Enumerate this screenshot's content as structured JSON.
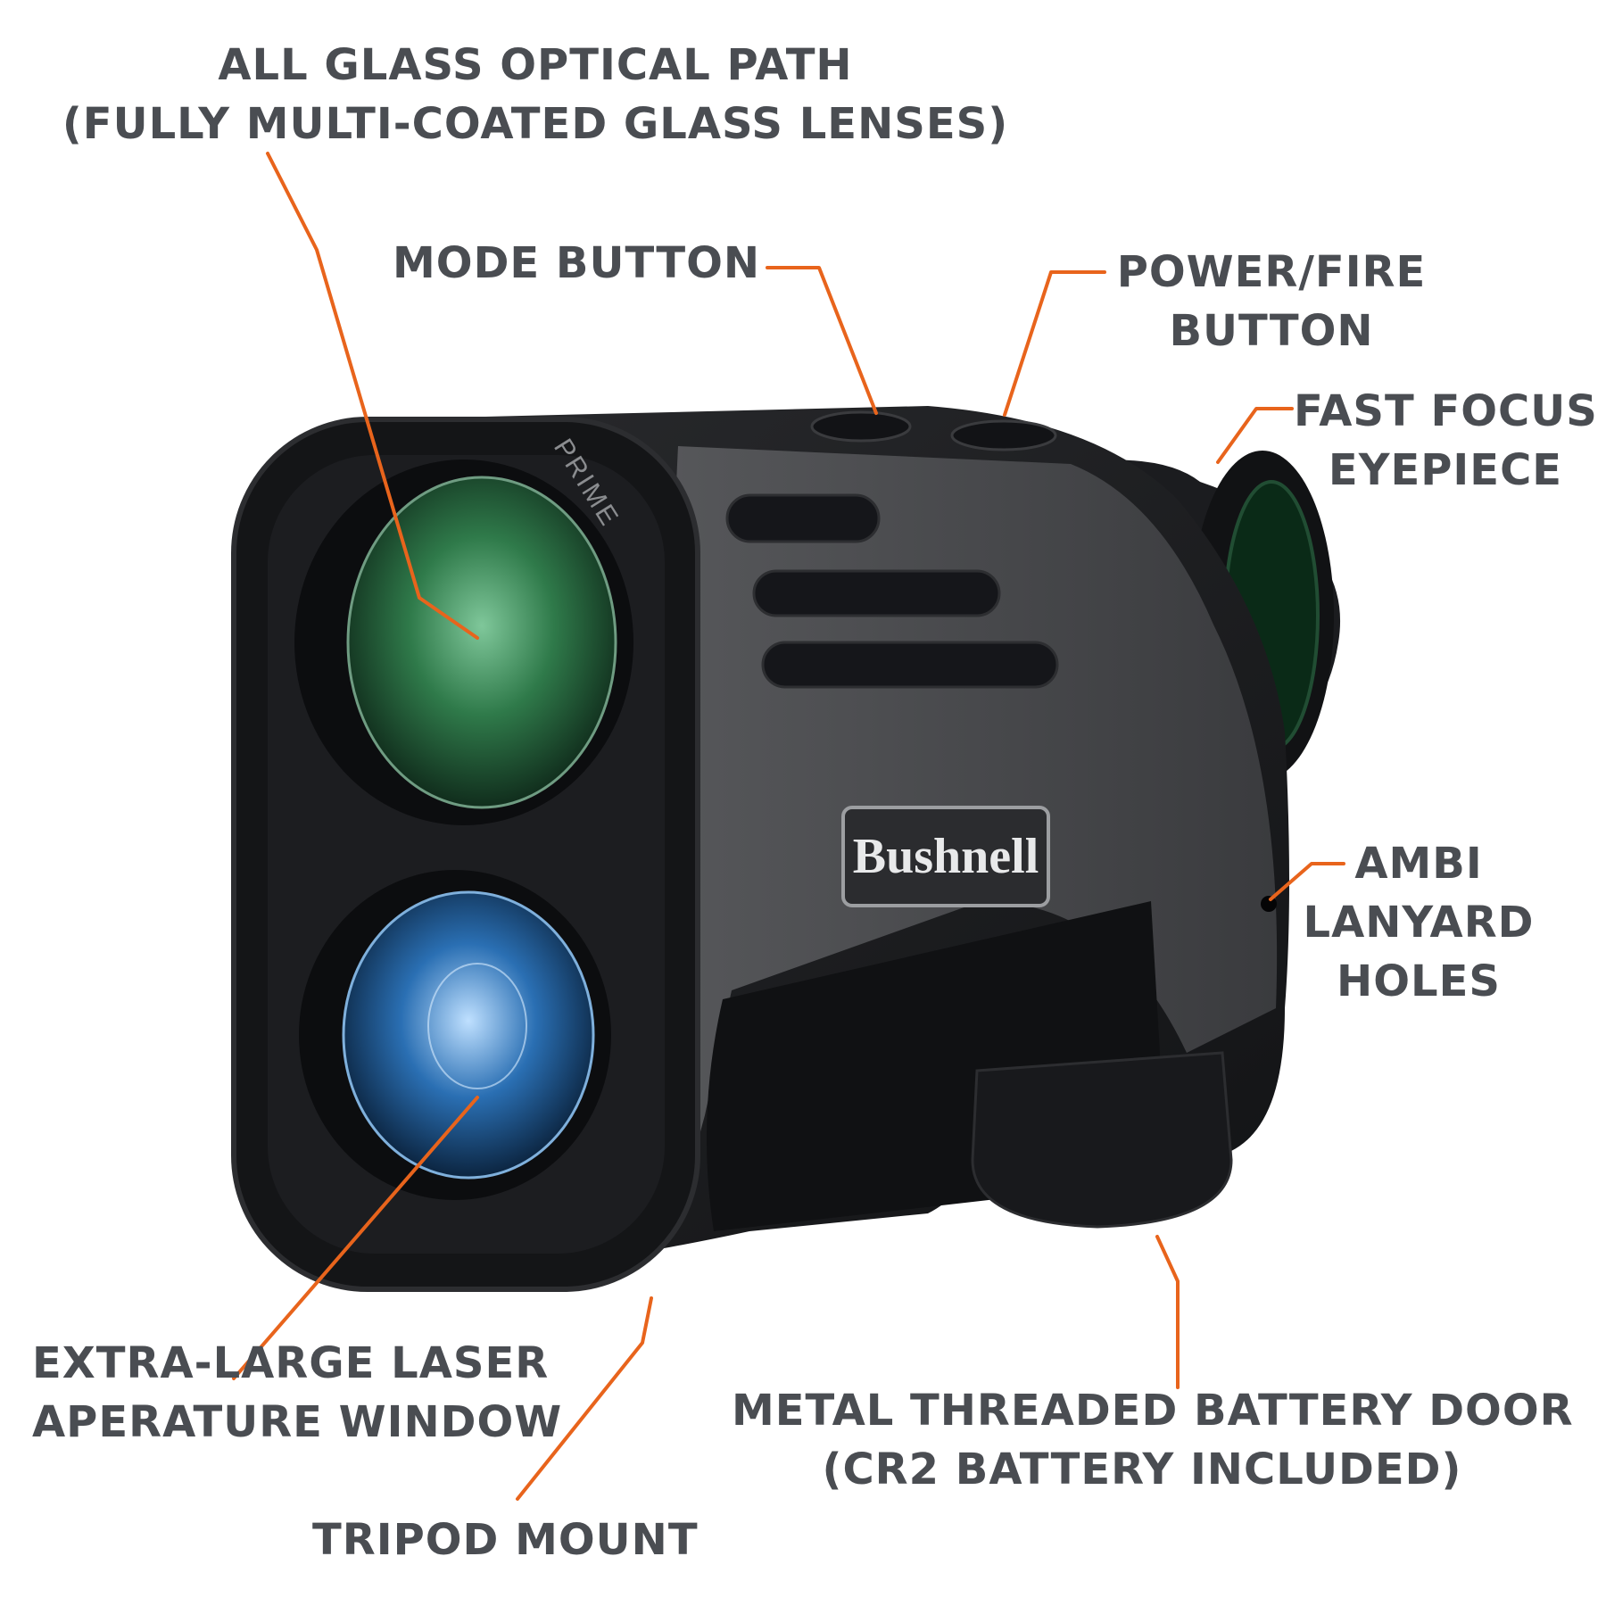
{
  "colors": {
    "leader": "#e8641c",
    "label_text": "#4a4d52",
    "body": "#1e1f22",
    "body_panel": "#4b4c4f",
    "objective_lens": "#2f7a4a",
    "laser_lens": "#2a6fb3"
  },
  "product": {
    "brand_mark": "Bushnell",
    "model_mark": "PRIME"
  },
  "callouts": {
    "optical_path": [
      "ALL GLASS OPTICAL PATH",
      "(FULLY MULTI-COATED GLASS LENSES)"
    ],
    "mode_button": [
      "MODE BUTTON"
    ],
    "power_fire": [
      "POWER/FIRE",
      "BUTTON"
    ],
    "fast_focus": [
      "FAST FOCUS",
      "EYEPIECE"
    ],
    "lanyard": [
      "AMBI",
      "LANYARD",
      "HOLES"
    ],
    "laser_window": [
      "EXTRA-LARGE LASER",
      "APERATURE WINDOW"
    ],
    "battery_door": [
      "METAL THREADED BATTERY DOOR",
      "(CR2 BATTERY INCLUDED)"
    ],
    "tripod_mount": [
      "TRIPOD MOUNT"
    ]
  }
}
